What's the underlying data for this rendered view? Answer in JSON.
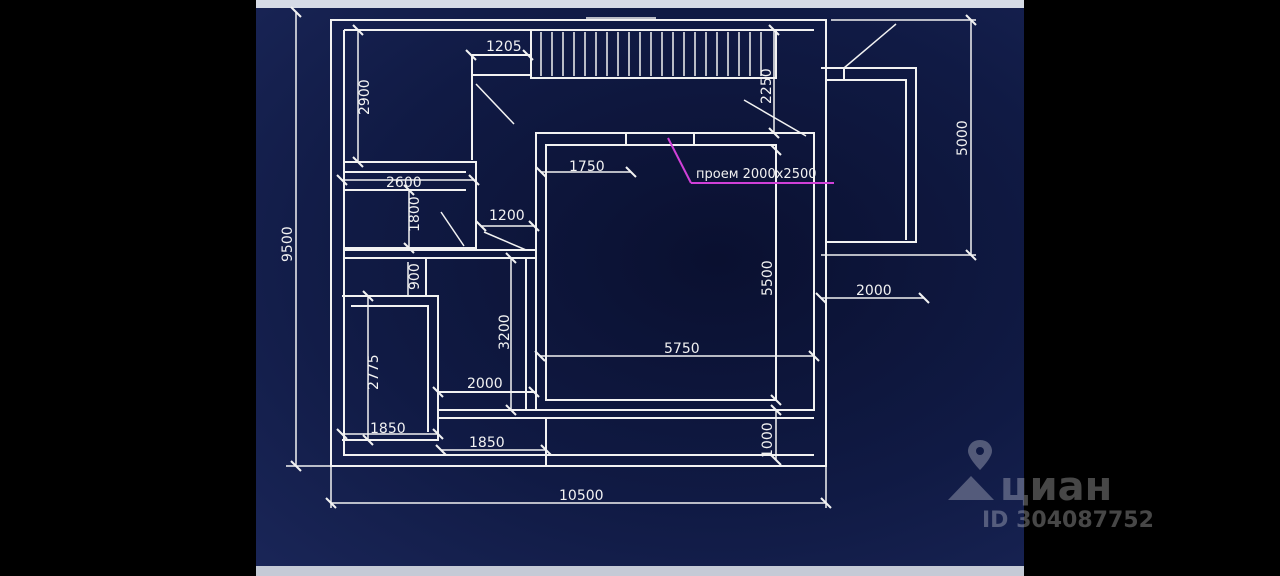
{
  "colors": {
    "background": "#101a44",
    "lines": "#f2f2f2",
    "leader": "#d040d8",
    "watermark": "rgba(255,255,255,0.28)"
  },
  "dimensions": {
    "d1205": "1205",
    "d2900": "2900",
    "d2250": "2250",
    "d5000": "5000",
    "d9500": "9500",
    "d2600": "2600",
    "d1750": "1750",
    "d1800": "1800",
    "d1200": "1200",
    "d900": "900",
    "d5500": "5500",
    "d2000_right": "2000",
    "d3200": "3200",
    "d5750": "5750",
    "d2775": "2775",
    "d2000_inner": "2000",
    "d1850_left": "1850",
    "d1850_right": "1850",
    "d1000": "1000",
    "d10500": "10500"
  },
  "annotation": "проем 2000х2500",
  "watermark": {
    "brand": "циан",
    "id": "ID 304087752",
    "icon": "map-pin-icon"
  }
}
